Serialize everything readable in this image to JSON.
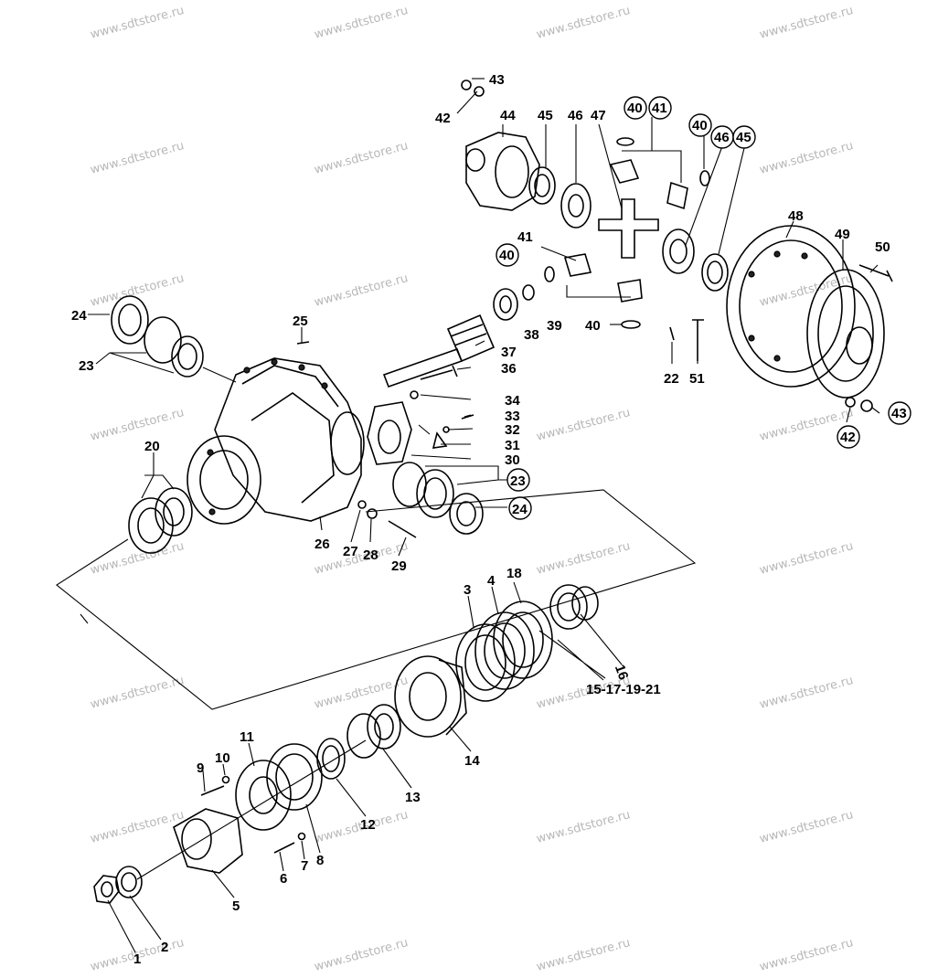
{
  "watermark": "www.sdtstore.ru",
  "callouts": {
    "c1": "1",
    "c2": "2",
    "c3": "3",
    "c4": "4",
    "c5": "5",
    "c6": "6",
    "c7": "7",
    "c8": "8",
    "c9": "9",
    "c10": "10",
    "c11": "11",
    "c12": "12",
    "c13": "13",
    "c14": "14",
    "c16": "16",
    "c15_21": "15-17-19-21",
    "c18": "18",
    "c20": "20",
    "c22": "22",
    "c23a": "23",
    "c23b": "23",
    "c24a": "24",
    "c24b": "24",
    "c25": "25",
    "c26": "26",
    "c27": "27",
    "c28": "28",
    "c29": "29",
    "c30": "30",
    "c31": "31",
    "c32": "32",
    "c33": "33",
    "c34": "34",
    "c36": "36",
    "c37": "37",
    "c38": "38",
    "c39": "39",
    "c40a": "40",
    "c40b": "40",
    "c40c": "40",
    "c40d": "40",
    "c41a": "41",
    "c41b": "41",
    "c42a": "42",
    "c42b": "42",
    "c43a": "43",
    "c43b": "43",
    "c44": "44",
    "c45a": "45",
    "c45b": "45",
    "c46a": "46",
    "c46b": "46",
    "c47": "47",
    "c48": "48",
    "c49": "49",
    "c50": "50",
    "c51": "51"
  }
}
